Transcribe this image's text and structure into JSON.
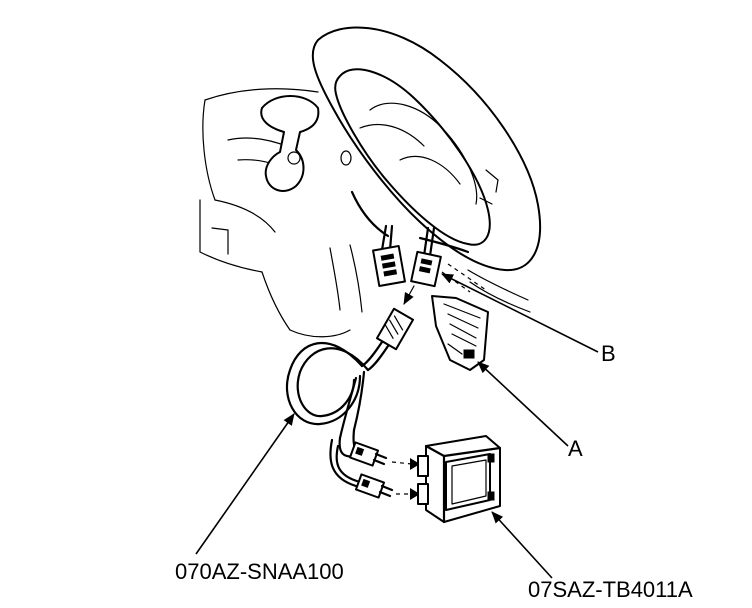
{
  "callouts": {
    "b": "B",
    "a": "A",
    "tool_cable": "070AZ-SNAA100",
    "tool_box": "07SAZ-TB4011A"
  }
}
